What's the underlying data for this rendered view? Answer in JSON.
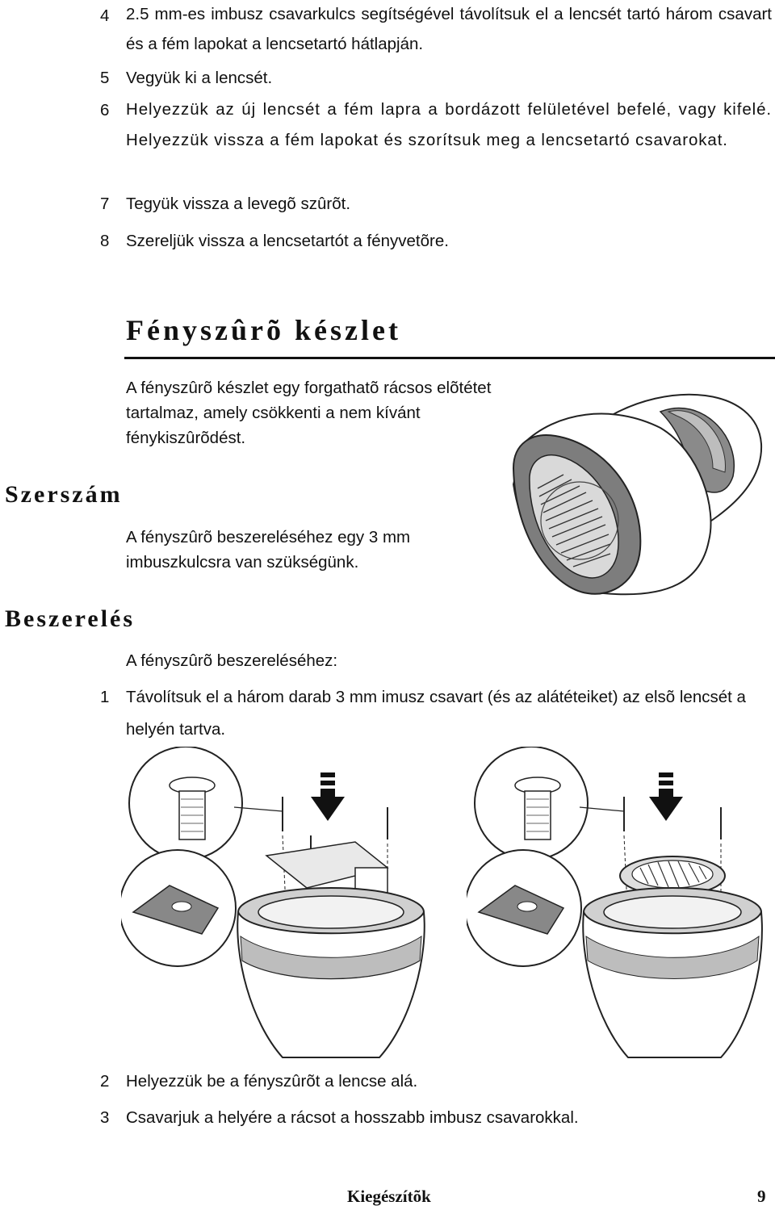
{
  "steps_top": [
    {
      "num": "4",
      "text": "2.5 mm-es imbusz csavarkulcs segítségével távolítsuk el a lencsét tartó három csavart és a fém lapokat a lencsetartó hátlapján."
    },
    {
      "num": "5",
      "text": "Vegyük ki a lencsét."
    },
    {
      "num": "6",
      "text": "Helyezzük az új lencsét a fém lapra a bordázott felületével befelé, vagy kifelé. Helyezzük vissza a fém lapokat és szorítsuk meg a lencsetartó csavarokat."
    },
    {
      "num": "7",
      "text": "Tegyük vissza a levegõ szûrõt."
    },
    {
      "num": "8",
      "text": "Szereljük vissza a lencsetartót a fényvetõre."
    }
  ],
  "section": {
    "title": "Fényszûrõ készlet",
    "intro": "A fényszûrõ készlet egy forgathatõ rácsos elõtétet tartalmaz, amely csökkenti a nem kívánt fénykiszûrõdést.",
    "tool_heading": "Szerszám",
    "tool_text": "A fényszûrõ beszereléséhez egy 3 mm imbuszkulcsra van szükségünk.",
    "install_heading": "Beszerelés",
    "install_intro": "A fényszûrõ beszereléséhez:"
  },
  "steps_install": [
    {
      "num": "1",
      "text": "Távolítsuk el a három darab 3 mm imusz csavart (és az alátéteiket) az elsõ lencsét a helyén tartva."
    },
    {
      "num": "2",
      "text": "Helyezzük be a fényszûrõt a lencse alá."
    },
    {
      "num": "3",
      "text": "Csavarjuk a helyére a rácsot a hosszabb imbusz csavarokkal."
    }
  ],
  "footer": {
    "title": "Kiegészítõk",
    "page": "9"
  },
  "illustrations": {
    "figure1": "spotlight-head-with-louver-illustration",
    "figure2": "lens-removal-exploded-illustration",
    "figure3": "louver-install-exploded-illustration"
  }
}
